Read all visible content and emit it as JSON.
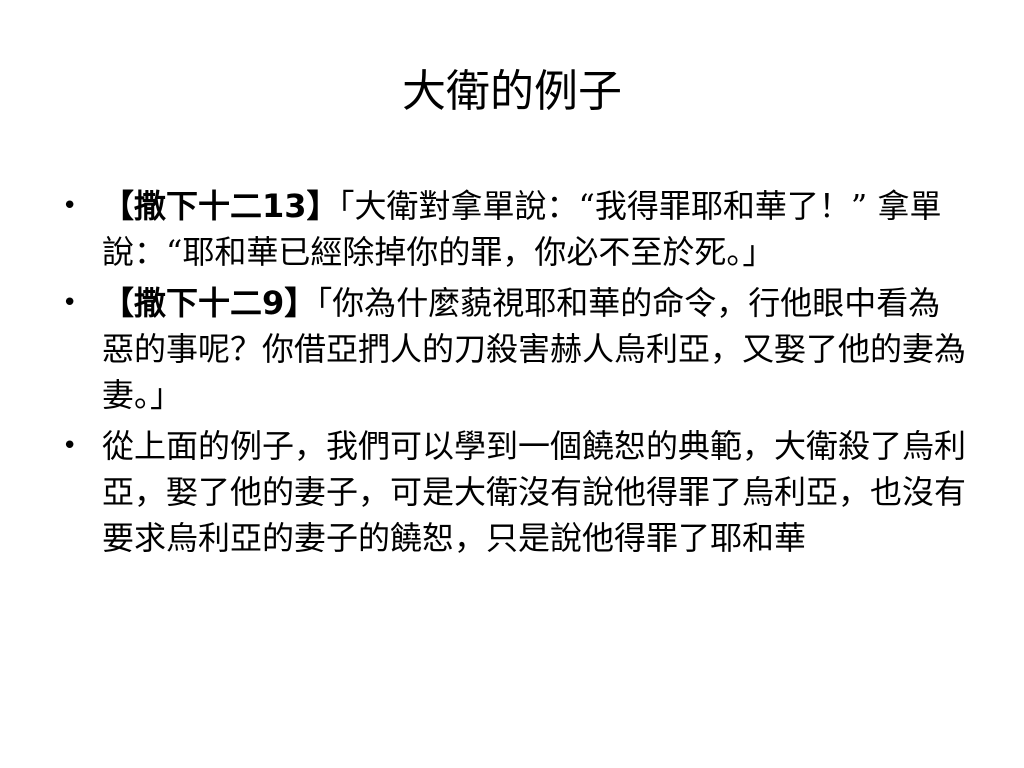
{
  "slide": {
    "title": "大衛的例子",
    "bullets": [
      {
        "marker": "•",
        "ref": "【撒下十二13】",
        "text": "「大衛對拿單說：“我得罪耶和華了！” 拿單說：“耶和華已經除掉你的罪，你必不至於死。」"
      },
      {
        "marker": "•",
        "ref": "【撒下十二9】",
        "text": "「你為什麼藐視耶和華的命令，行他眼中看為惡的事呢？你借亞捫人的刀殺害赫人烏利亞，又娶了他的妻為妻。」"
      },
      {
        "marker": "•",
        "ref": "",
        "text": "從上面的例子，我們可以學到一個饒恕的典範，大衛殺了烏利亞，娶了他的妻子，可是大衛沒有說他得罪了烏利亞，也沒有要求烏利亞的妻子的饒恕，只是說他得罪了耶和華"
      }
    ]
  }
}
